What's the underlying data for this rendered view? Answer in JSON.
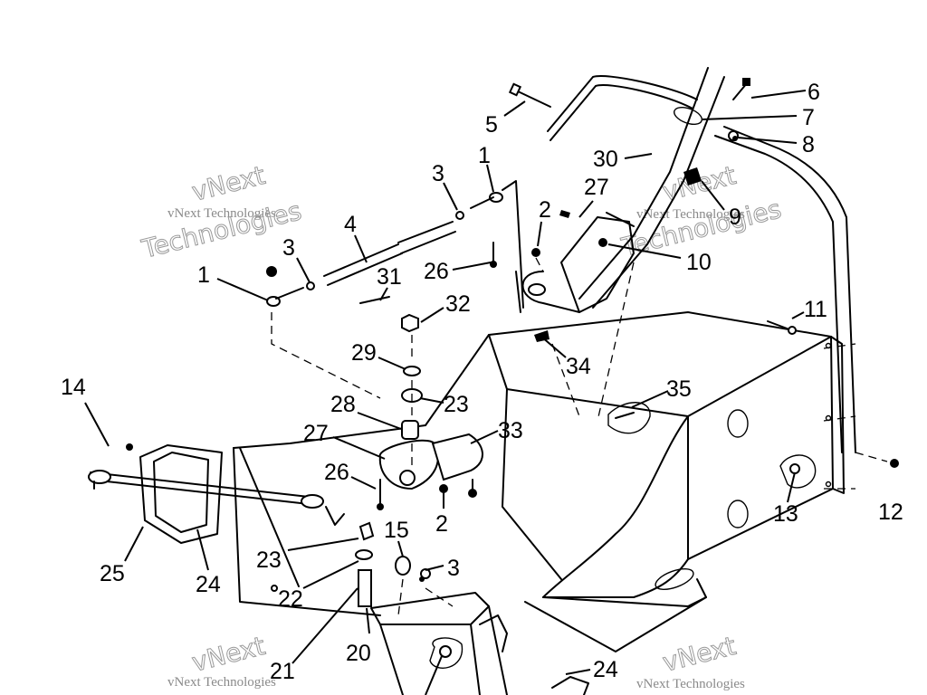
{
  "watermark": {
    "brand": "vNext",
    "company": "vNext Technologies",
    "word": "Technologies"
  },
  "callouts": [
    {
      "id": "c5",
      "label": "5"
    },
    {
      "id": "c6",
      "label": "6"
    },
    {
      "id": "c7",
      "label": "7"
    },
    {
      "id": "c8",
      "label": "8"
    },
    {
      "id": "c30",
      "label": "30"
    },
    {
      "id": "c9",
      "label": "9"
    },
    {
      "id": "c1a",
      "label": "1"
    },
    {
      "id": "c3a",
      "label": "3"
    },
    {
      "id": "c27a",
      "label": "27"
    },
    {
      "id": "c2a",
      "label": "2"
    },
    {
      "id": "c4",
      "label": "4"
    },
    {
      "id": "c3b",
      "label": "3"
    },
    {
      "id": "c26a",
      "label": "26"
    },
    {
      "id": "c10",
      "label": "10"
    },
    {
      "id": "c1b",
      "label": "1"
    },
    {
      "id": "c31",
      "label": "31"
    },
    {
      "id": "c32",
      "label": "32"
    },
    {
      "id": "c11",
      "label": "11"
    },
    {
      "id": "c29",
      "label": "29"
    },
    {
      "id": "c34",
      "label": "34"
    },
    {
      "id": "c14",
      "label": "14"
    },
    {
      "id": "c35",
      "label": "35"
    },
    {
      "id": "c28",
      "label": "28"
    },
    {
      "id": "c23a",
      "label": "23"
    },
    {
      "id": "c27b",
      "label": "27"
    },
    {
      "id": "c33",
      "label": "33"
    },
    {
      "id": "c26b",
      "label": "26"
    },
    {
      "id": "c13",
      "label": "13"
    },
    {
      "id": "c12",
      "label": "12"
    },
    {
      "id": "c2b",
      "label": "2"
    },
    {
      "id": "c15",
      "label": "15"
    },
    {
      "id": "c25",
      "label": "25"
    },
    {
      "id": "c24a",
      "label": "24"
    },
    {
      "id": "c23b",
      "label": "23"
    },
    {
      "id": "c3c",
      "label": "3"
    },
    {
      "id": "c22",
      "label": "22"
    },
    {
      "id": "c20",
      "label": "20"
    },
    {
      "id": "c21",
      "label": "21"
    },
    {
      "id": "c24b",
      "label": "24"
    }
  ]
}
